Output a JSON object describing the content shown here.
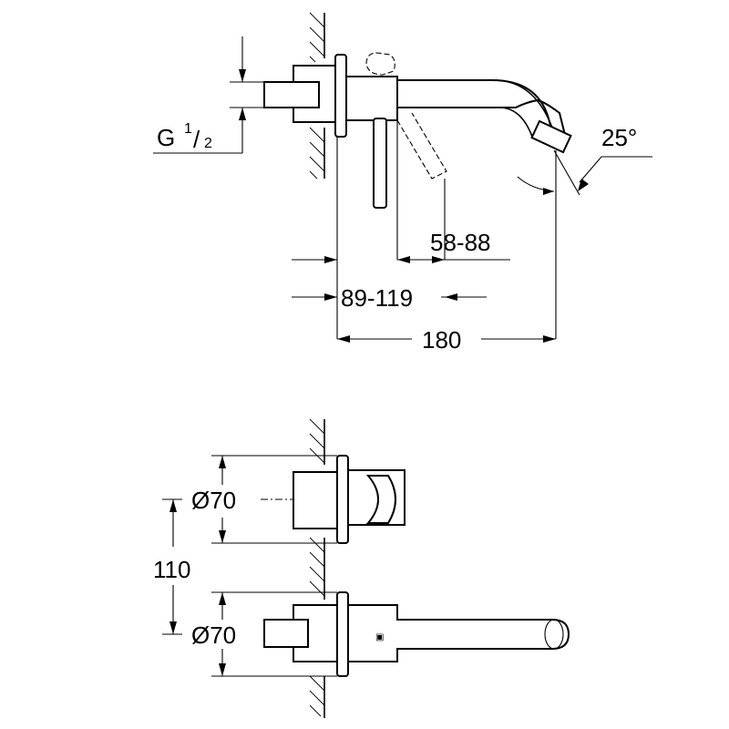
{
  "labels": {
    "thread_main": "G",
    "thread_num": "1",
    "thread_den": "2",
    "angle": "25°",
    "dim_58_88": "58-88",
    "dim_89_119": "89-119",
    "dim_180": "180",
    "dia_top": "Ø70",
    "dia_bottom": "Ø70",
    "dim_110": "110"
  }
}
